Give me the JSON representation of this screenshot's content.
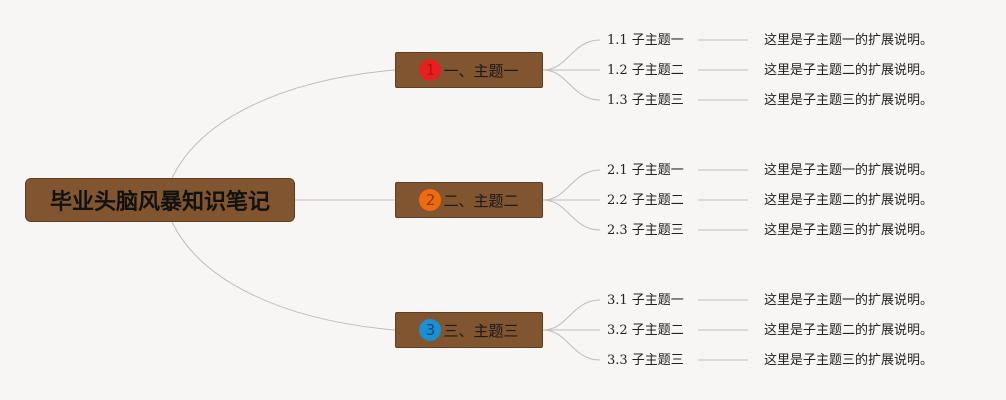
{
  "colors": {
    "background": "#f7f6f4",
    "node_fill": "#81552f",
    "node_border": "#5f3e21",
    "root_text": "#111111",
    "topic_text": "#1a1a1a",
    "leaf_text": "#222222",
    "connector": "#bdbdbd",
    "badge_colors": [
      "#e5211d",
      "#ef6b12",
      "#1b8fd2"
    ]
  },
  "root": {
    "label": "毕业头脑风暴知识笔记"
  },
  "topics": [
    {
      "badge": "1",
      "label": "一、主题一",
      "subtopics": [
        {
          "label": "1.1 子主题一",
          "note": "这里是子主题一的扩展说明。"
        },
        {
          "label": "1.2 子主题二",
          "note": "这里是子主题二的扩展说明。"
        },
        {
          "label": "1.3 子主题三",
          "note": "这里是子主题三的扩展说明。"
        }
      ]
    },
    {
      "badge": "2",
      "label": "二、主题二",
      "subtopics": [
        {
          "label": "2.1 子主题一",
          "note": "这里是子主题一的扩展说明。"
        },
        {
          "label": "2.2 子主题二",
          "note": "这里是子主题二的扩展说明。"
        },
        {
          "label": "2.3 子主题三",
          "note": "这里是子主题三的扩展说明。"
        }
      ]
    },
    {
      "badge": "3",
      "label": "三、主题三",
      "subtopics": [
        {
          "label": "3.1 子主题一",
          "note": "这里是子主题一的扩展说明。"
        },
        {
          "label": "3.2 子主题二",
          "note": "这里是子主题二的扩展说明。"
        },
        {
          "label": "3.3 子主题三",
          "note": "这里是子主题三的扩展说明。"
        }
      ]
    }
  ]
}
